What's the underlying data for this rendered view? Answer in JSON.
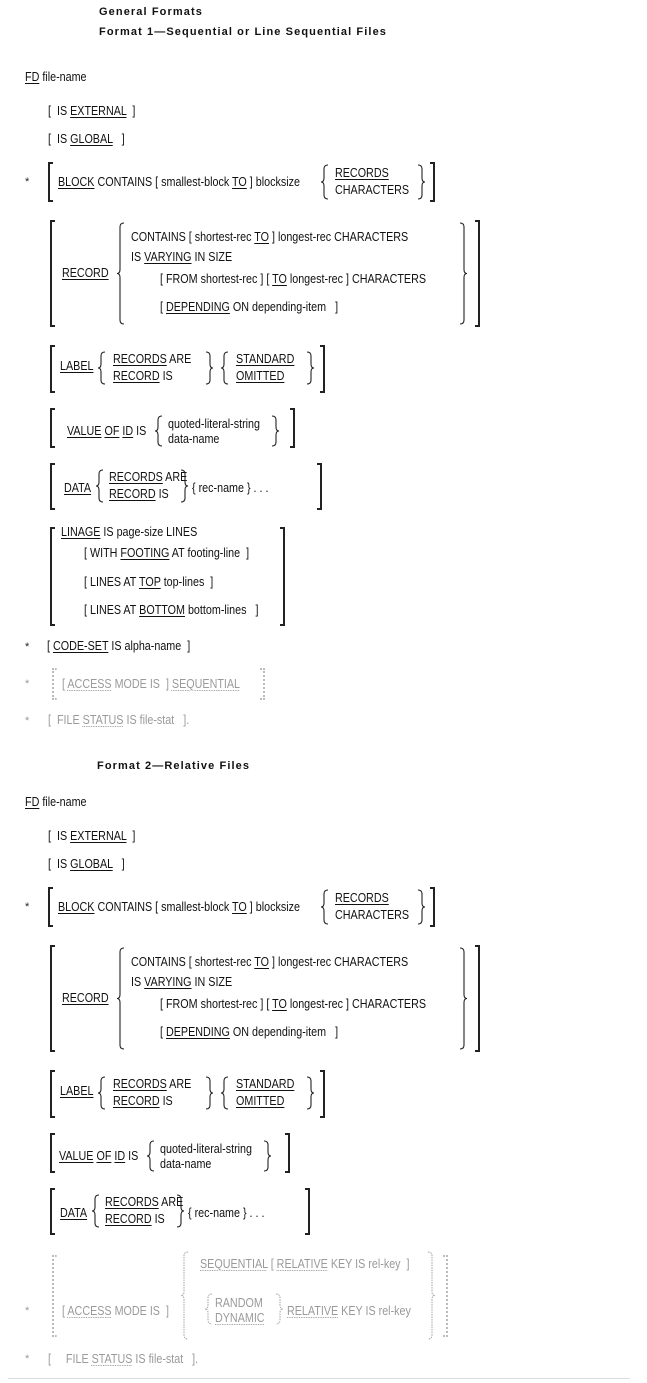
{
  "header": {
    "title": "General Formats"
  },
  "asterisk": "*",
  "format1": {
    "title": "Format 1—Sequential or Line Sequential Files",
    "fd": [
      [
        "FD",
        1
      ],
      [
        " file-name"
      ]
    ],
    "external": [
      [
        "[  IS "
      ],
      [
        "EXTERNAL",
        1
      ],
      [
        "  ]"
      ]
    ],
    "global": [
      [
        "[  IS "
      ],
      [
        "GLOBAL",
        1
      ],
      [
        "   ]"
      ]
    ],
    "block": {
      "main": [
        [
          "BLOCK",
          1
        ],
        [
          " CONTAINS [ smallest-block "
        ],
        [
          "TO",
          1
        ],
        [
          " ] blocksize"
        ]
      ],
      "opt1": [
        [
          "RECORDS",
          1
        ]
      ],
      "opt2": [
        [
          "CHARACTERS"
        ]
      ]
    },
    "record": {
      "keyword": [
        [
          "RECORD",
          1
        ]
      ],
      "line1": [
        [
          "CONTAINS [ shortest-rec "
        ],
        [
          "TO",
          1
        ],
        [
          " ] longest-rec CHARACTERS"
        ]
      ],
      "line2": [
        [
          "IS "
        ],
        [
          "VARYING",
          1
        ],
        [
          " IN SIZE"
        ]
      ],
      "line3": [
        [
          "[ FROM shortest-rec ] [ "
        ],
        [
          "TO",
          1
        ],
        [
          " longest-rec ] CHARACTERS"
        ]
      ],
      "line4": [
        [
          "[ "
        ],
        [
          "DEPENDING",
          1
        ],
        [
          " ON depending-item   ]"
        ]
      ]
    },
    "label": {
      "keyword": [
        [
          "LABEL",
          1
        ]
      ],
      "opt1": [
        [
          "RECORDS",
          1
        ],
        [
          " ARE"
        ]
      ],
      "opt2": [
        [
          "RECORD",
          1
        ],
        [
          " IS"
        ]
      ],
      "opt3": [
        [
          "STANDARD",
          1
        ]
      ],
      "opt4": [
        [
          "OMITTED",
          1
        ]
      ]
    },
    "value": {
      "main": [
        [
          "VALUE",
          1
        ],
        [
          " "
        ],
        [
          "OF",
          1
        ],
        [
          " "
        ],
        [
          "ID",
          1
        ],
        [
          " IS"
        ]
      ],
      "opt1": [
        [
          "quoted-literal-string"
        ]
      ],
      "opt2": [
        [
          "data-name"
        ]
      ]
    },
    "data": {
      "keyword": [
        [
          "DATA",
          1
        ]
      ],
      "opt1": [
        [
          "RECORDS",
          1
        ],
        [
          " ARE"
        ]
      ],
      "opt2": [
        [
          "RECORD",
          1
        ],
        [
          " IS"
        ]
      ],
      "tail": [
        [
          "{ rec-name } . . ."
        ]
      ]
    },
    "linage": {
      "line1": [
        [
          "LINAGE",
          1
        ],
        [
          " IS page-size LINES"
        ]
      ],
      "line2": [
        [
          "[ WITH "
        ],
        [
          "FOOTING",
          1
        ],
        [
          " AT footing-line  ]"
        ]
      ],
      "line3": [
        [
          "[ LINES AT "
        ],
        [
          "TOP",
          1
        ],
        [
          " top-lines  ]"
        ]
      ],
      "line4": [
        [
          "[ LINES AT "
        ],
        [
          "BOTTOM",
          1
        ],
        [
          " bottom-lines   ]"
        ]
      ]
    },
    "codeset": [
      [
        "[ "
      ],
      [
        "CODE-SET",
        1
      ],
      [
        " IS alpha-name  ]"
      ]
    ],
    "access": [
      [
        "[ "
      ],
      [
        "ACCESS",
        1
      ],
      [
        " MODE IS  ] "
      ],
      [
        "SEQUENTIAL",
        1
      ]
    ],
    "status": [
      [
        "[  FILE "
      ],
      [
        "STATUS",
        1
      ],
      [
        " IS file-stat   ]."
      ]
    ]
  },
  "format2": {
    "title": "Format 2—Relative Files",
    "fd": [
      [
        "FD",
        1
      ],
      [
        " file-name"
      ]
    ],
    "external": [
      [
        "[  IS "
      ],
      [
        "EXTERNAL",
        1
      ],
      [
        "  ]"
      ]
    ],
    "global": [
      [
        "[  IS "
      ],
      [
        "GLOBAL",
        1
      ],
      [
        "   ]"
      ]
    ],
    "block": {
      "main": [
        [
          "BLOCK",
          1
        ],
        [
          " CONTAINS [ smallest-block "
        ],
        [
          "TO",
          1
        ],
        [
          " ] blocksize"
        ]
      ],
      "opt1": [
        [
          "RECORDS",
          1
        ]
      ],
      "opt2": [
        [
          "CHARACTERS"
        ]
      ]
    },
    "record": {
      "keyword": [
        [
          "RECORD",
          1
        ]
      ],
      "line1": [
        [
          "CONTAINS [ shortest-rec "
        ],
        [
          "TO",
          1
        ],
        [
          " ] longest-rec CHARACTERS"
        ]
      ],
      "line2": [
        [
          "IS "
        ],
        [
          "VARYING",
          1
        ],
        [
          " IN SIZE"
        ]
      ],
      "line3": [
        [
          "[ FROM shortest-rec ] [ "
        ],
        [
          "TO",
          1
        ],
        [
          " longest-rec ] CHARACTERS"
        ]
      ],
      "line4": [
        [
          "[ "
        ],
        [
          "DEPENDING",
          1
        ],
        [
          " ON depending-item   ]"
        ]
      ]
    },
    "label": {
      "keyword": [
        [
          "LABEL",
          1
        ]
      ],
      "opt1": [
        [
          "RECORDS",
          1
        ],
        [
          " ARE"
        ]
      ],
      "opt2": [
        [
          "RECORD",
          1
        ],
        [
          " IS"
        ]
      ],
      "opt3": [
        [
          "STANDARD",
          1
        ]
      ],
      "opt4": [
        [
          "OMITTED",
          1
        ]
      ]
    },
    "value": {
      "main": [
        [
          "VALUE",
          1
        ],
        [
          " "
        ],
        [
          "OF",
          1
        ],
        [
          " "
        ],
        [
          "ID",
          1
        ],
        [
          " IS"
        ]
      ],
      "opt1": [
        [
          "quoted-literal-string"
        ]
      ],
      "opt2": [
        [
          "data-name"
        ]
      ]
    },
    "data": {
      "keyword": [
        [
          "DATA",
          1
        ]
      ],
      "opt1": [
        [
          "RECORDS",
          1
        ],
        [
          " ARE"
        ]
      ],
      "opt2": [
        [
          "RECORD",
          1
        ],
        [
          " IS"
        ]
      ],
      "tail": [
        [
          "{ rec-name } . . ."
        ]
      ]
    },
    "access": {
      "lead": [
        [
          "[ "
        ],
        [
          "ACCESS",
          1
        ],
        [
          " MODE IS  ]"
        ]
      ],
      "seq": [
        [
          "SEQUENTIAL",
          1
        ],
        [
          " [ "
        ],
        [
          "RELATIVE",
          1
        ],
        [
          " KEY IS rel-key  ]"
        ]
      ],
      "random": [
        [
          "RANDOM"
        ]
      ],
      "dynamic": [
        [
          "DYNAMIC",
          1
        ]
      ],
      "relkey": [
        [
          "RELATIVE",
          1
        ],
        [
          " KEY IS rel-key"
        ]
      ]
    },
    "status": [
      [
        "[     FILE "
      ],
      [
        "STATUS",
        1
      ],
      [
        " IS file-stat   ]."
      ]
    ]
  }
}
